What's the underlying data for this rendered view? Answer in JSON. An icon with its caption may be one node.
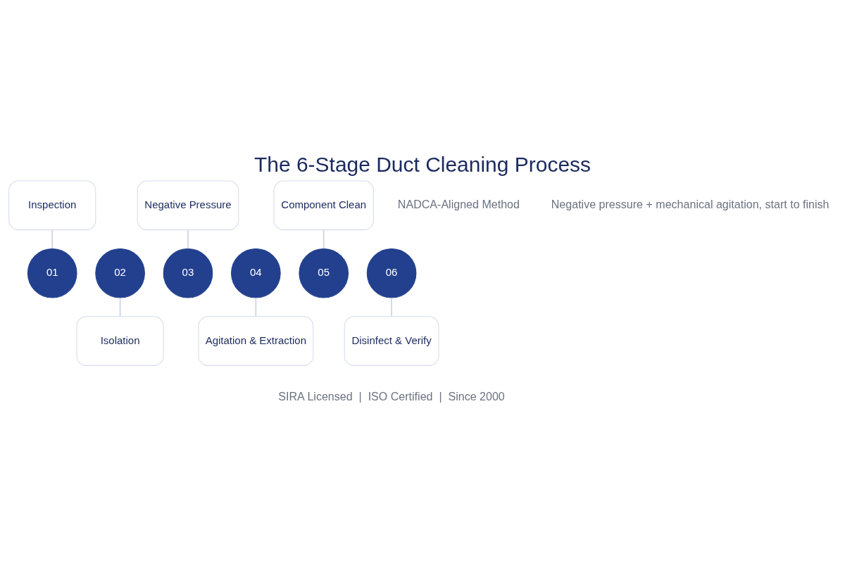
{
  "diagram": {
    "title": "The 6-Stage Duct Cleaning Process",
    "nodes": [
      {
        "text": [
          "Inspection"
        ]
      },
      {
        "text": [
          "Isolation"
        ]
      },
      {
        "text": [
          "Negative Pressure"
        ]
      },
      {
        "text": [
          "Agitation & Extraction"
        ]
      },
      {
        "text": [
          "Component Clean"
        ]
      },
      {
        "text": [
          "Disinfect & Verify"
        ]
      },
      {
        "text": [
          "01"
        ]
      },
      {
        "text": [
          "02"
        ]
      },
      {
        "text": [
          "03"
        ]
      },
      {
        "text": [
          "04"
        ]
      },
      {
        "text": [
          "05"
        ]
      },
      {
        "text": [
          "06"
        ]
      }
    ],
    "edges": [
      {
        "from": 0,
        "to": 6,
        "arrow": "none"
      },
      {
        "from": 7,
        "to": 1,
        "arrow": "none"
      },
      {
        "from": 2,
        "to": 8,
        "arrow": "none"
      },
      {
        "from": 9,
        "to": 3,
        "arrow": "none"
      },
      {
        "from": 4,
        "to": 10,
        "arrow": "none"
      },
      {
        "from": 11,
        "to": 5,
        "arrow": "none"
      }
    ],
    "labels": [
      "NADCA-Aligned Method",
      "Negative pressure + mechanical agitation, start to finish",
      "SIRA Licensed  |  ISO Certified  |  Since 2000"
    ]
  }
}
